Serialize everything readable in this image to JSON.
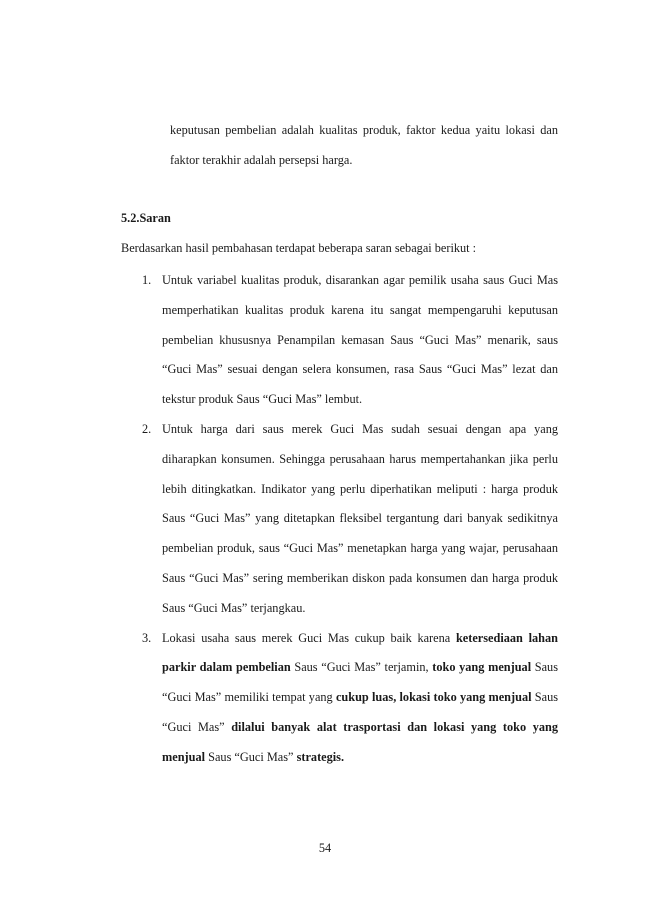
{
  "continuation": "keputusan pembelian adalah kualitas produk, faktor kedua yaitu lokasi dan faktor terakhir adalah persepsi harga.",
  "section_heading": "5.2.Saran",
  "intro": "Berdasarkan hasil pembahasan terdapat beberapa saran sebagai berikut :",
  "items": [
    {
      "number": "1.",
      "text": "Untuk variabel kualitas produk, disarankan agar pemilik usaha saus Guci Mas memperhatikan kualitas produk karena itu sangat mempengaruhi keputusan pembelian khususnya Penampilan kemasan Saus “Guci Mas” menarik, saus “Guci Mas” sesuai dengan selera konsumen, rasa Saus “Guci Mas” lezat dan tekstur produk Saus “Guci Mas” lembut."
    },
    {
      "number": "2.",
      "text": "Untuk harga dari saus merek Guci Mas sudah sesuai dengan apa yang diharapkan konsumen. Sehingga perusahaan harus mempertahankan jika perlu lebih ditingkatkan. Indikator yang perlu diperhatikan meliputi : harga produk Saus “Guci Mas” yang ditetapkan fleksibel tergantung dari banyak sedikitnya pembelian produk, saus “Guci Mas” menetapkan harga yang wajar, perusahaan Saus “Guci Mas” sering memberikan diskon pada konsumen dan harga produk Saus “Guci Mas” terjangkau."
    },
    {
      "number": "3.",
      "segments": [
        {
          "text": "Lokasi usaha saus merek Guci Mas cukup baik karena ",
          "bold": false
        },
        {
          "text": "ketersediaan lahan parkir dalam pembelian",
          "bold": true
        },
        {
          "text": " Saus “Guci Mas” terjamin, ",
          "bold": false
        },
        {
          "text": "toko yang menjual",
          "bold": true
        },
        {
          "text": " Saus “Guci Mas” memiliki tempat yang ",
          "bold": false
        },
        {
          "text": "cukup luas, lokasi toko yang menjual",
          "bold": true
        },
        {
          "text": " Saus “Guci Mas” ",
          "bold": false
        },
        {
          "text": "dilalui banyak alat trasportasi dan lokasi yang toko yang menjual",
          "bold": true
        },
        {
          "text": " Saus “Guci Mas” ",
          "bold": false
        },
        {
          "text": "strategis.",
          "bold": true
        }
      ]
    }
  ],
  "page_number": "54"
}
